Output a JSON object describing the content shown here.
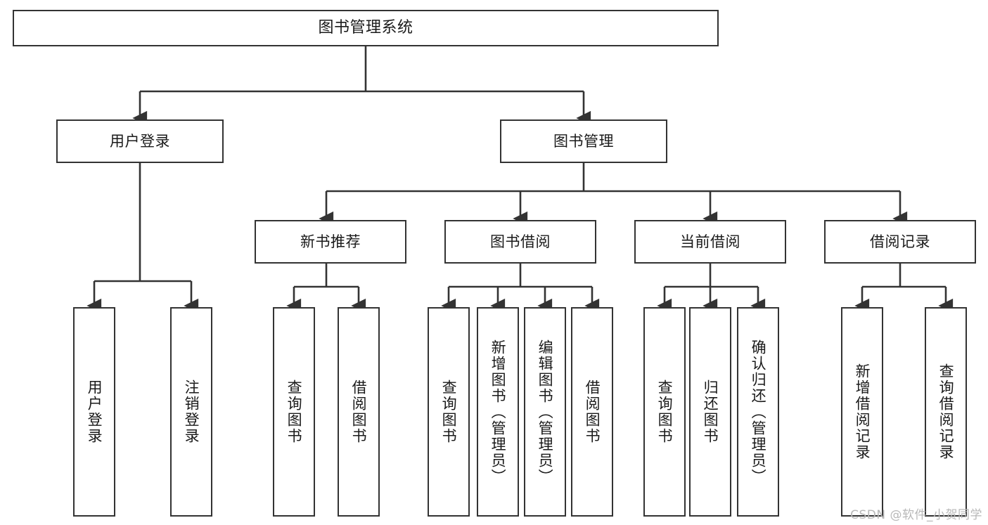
{
  "diagram": {
    "type": "tree-hierarchy",
    "title": "图书管理系统",
    "watermark": "CSDN @软件_小贺同学",
    "colors": {
      "box_border": "#333333",
      "box_fill": "#ffffff",
      "edge": "#333333",
      "text": "#1a1a1a",
      "watermark": "#b8b8b8"
    },
    "nodes": {
      "root": {
        "label": "图书管理系统"
      },
      "level2": [
        {
          "label": "用户登录"
        },
        {
          "label": "图书管理"
        }
      ],
      "level3": [
        {
          "label": "新书推荐"
        },
        {
          "label": "图书借阅"
        },
        {
          "label": "当前借阅"
        },
        {
          "label": "借阅记录"
        }
      ],
      "leaves_user_login": [
        {
          "label": "用户登录"
        },
        {
          "label": "注销登录"
        }
      ],
      "leaves_new_book": [
        {
          "label": "查询图书"
        },
        {
          "label": "借阅图书"
        }
      ],
      "leaves_borrow": [
        {
          "label": "查询图书"
        },
        {
          "label": "新增图书（管理员）"
        },
        {
          "label": "编辑图书（管理员）"
        },
        {
          "label": "借阅图书"
        }
      ],
      "leaves_current": [
        {
          "label": "查询图书"
        },
        {
          "label": "归还图书"
        },
        {
          "label": "确认归还（管理员）"
        }
      ],
      "leaves_record": [
        {
          "label": "新增借阅记录"
        },
        {
          "label": "查询借阅记录"
        }
      ]
    }
  }
}
